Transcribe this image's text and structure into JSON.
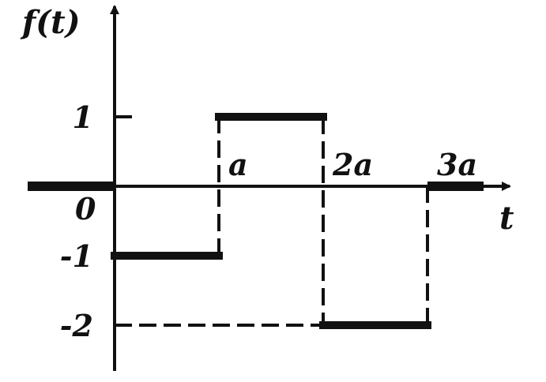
{
  "chart_data": {
    "type": "line",
    "step": true,
    "title": "",
    "xlabel": "t",
    "ylabel": "f(t)",
    "origin_label": "0",
    "x_ticks": [
      {
        "value": 1,
        "label": "a"
      },
      {
        "value": 2,
        "label": "2a"
      },
      {
        "value": 3,
        "label": "3a"
      }
    ],
    "y_ticks": [
      {
        "value": 1,
        "label": "1"
      },
      {
        "value": -1,
        "label": "-1"
      },
      {
        "value": -2,
        "label": "-2"
      }
    ],
    "segments": [
      {
        "x_start": 0,
        "x_end": 1,
        "y": -1
      },
      {
        "x_start": 1,
        "x_end": 2,
        "y": 1
      },
      {
        "x_start": 2,
        "x_end": 3,
        "y": -2
      }
    ],
    "grid": false
  }
}
